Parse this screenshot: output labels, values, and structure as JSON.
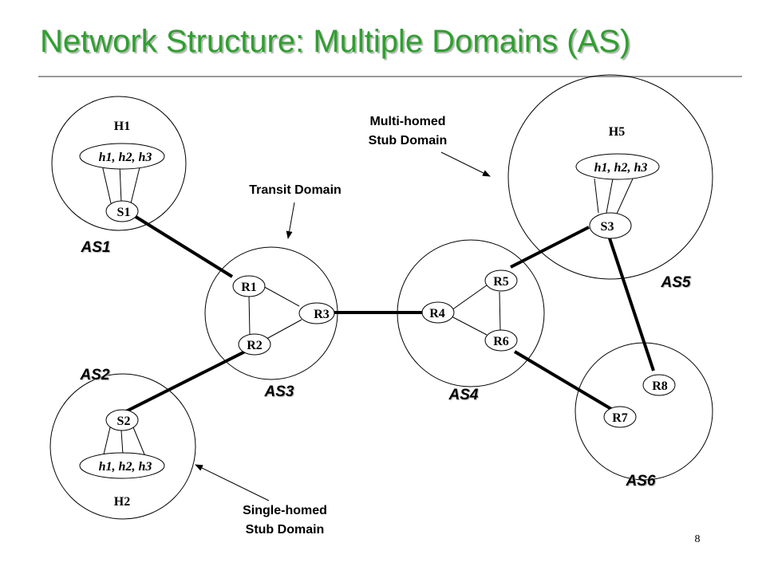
{
  "title": "Network Structure: Multiple Domains (AS)",
  "page_number": "8",
  "domains": {
    "as1": "AS1",
    "as2": "AS2",
    "as3": "AS3",
    "as4": "AS4",
    "as5": "AS5",
    "as6": "AS6"
  },
  "hosts": {
    "h1": "H1",
    "h2": "H2",
    "h5": "H5",
    "group": "h1, h2, h3"
  },
  "nodes": {
    "s1": "S1",
    "s2": "S2",
    "s3": "S3",
    "r1": "R1",
    "r2": "R2",
    "r3": "R3",
    "r4": "R4",
    "r5": "R5",
    "r6": "R6",
    "r7": "R7",
    "r8": "R8"
  },
  "callouts": {
    "transit": "Transit Domain",
    "multi_homed_line1": "Multi-homed",
    "multi_homed_line2": "Stub Domain",
    "single_homed_line1": "Single-homed",
    "single_homed_line2": "Stub Domain"
  },
  "colors": {
    "title": "#2ea02e",
    "rule": "#9a9a9a",
    "line": "#000000"
  }
}
